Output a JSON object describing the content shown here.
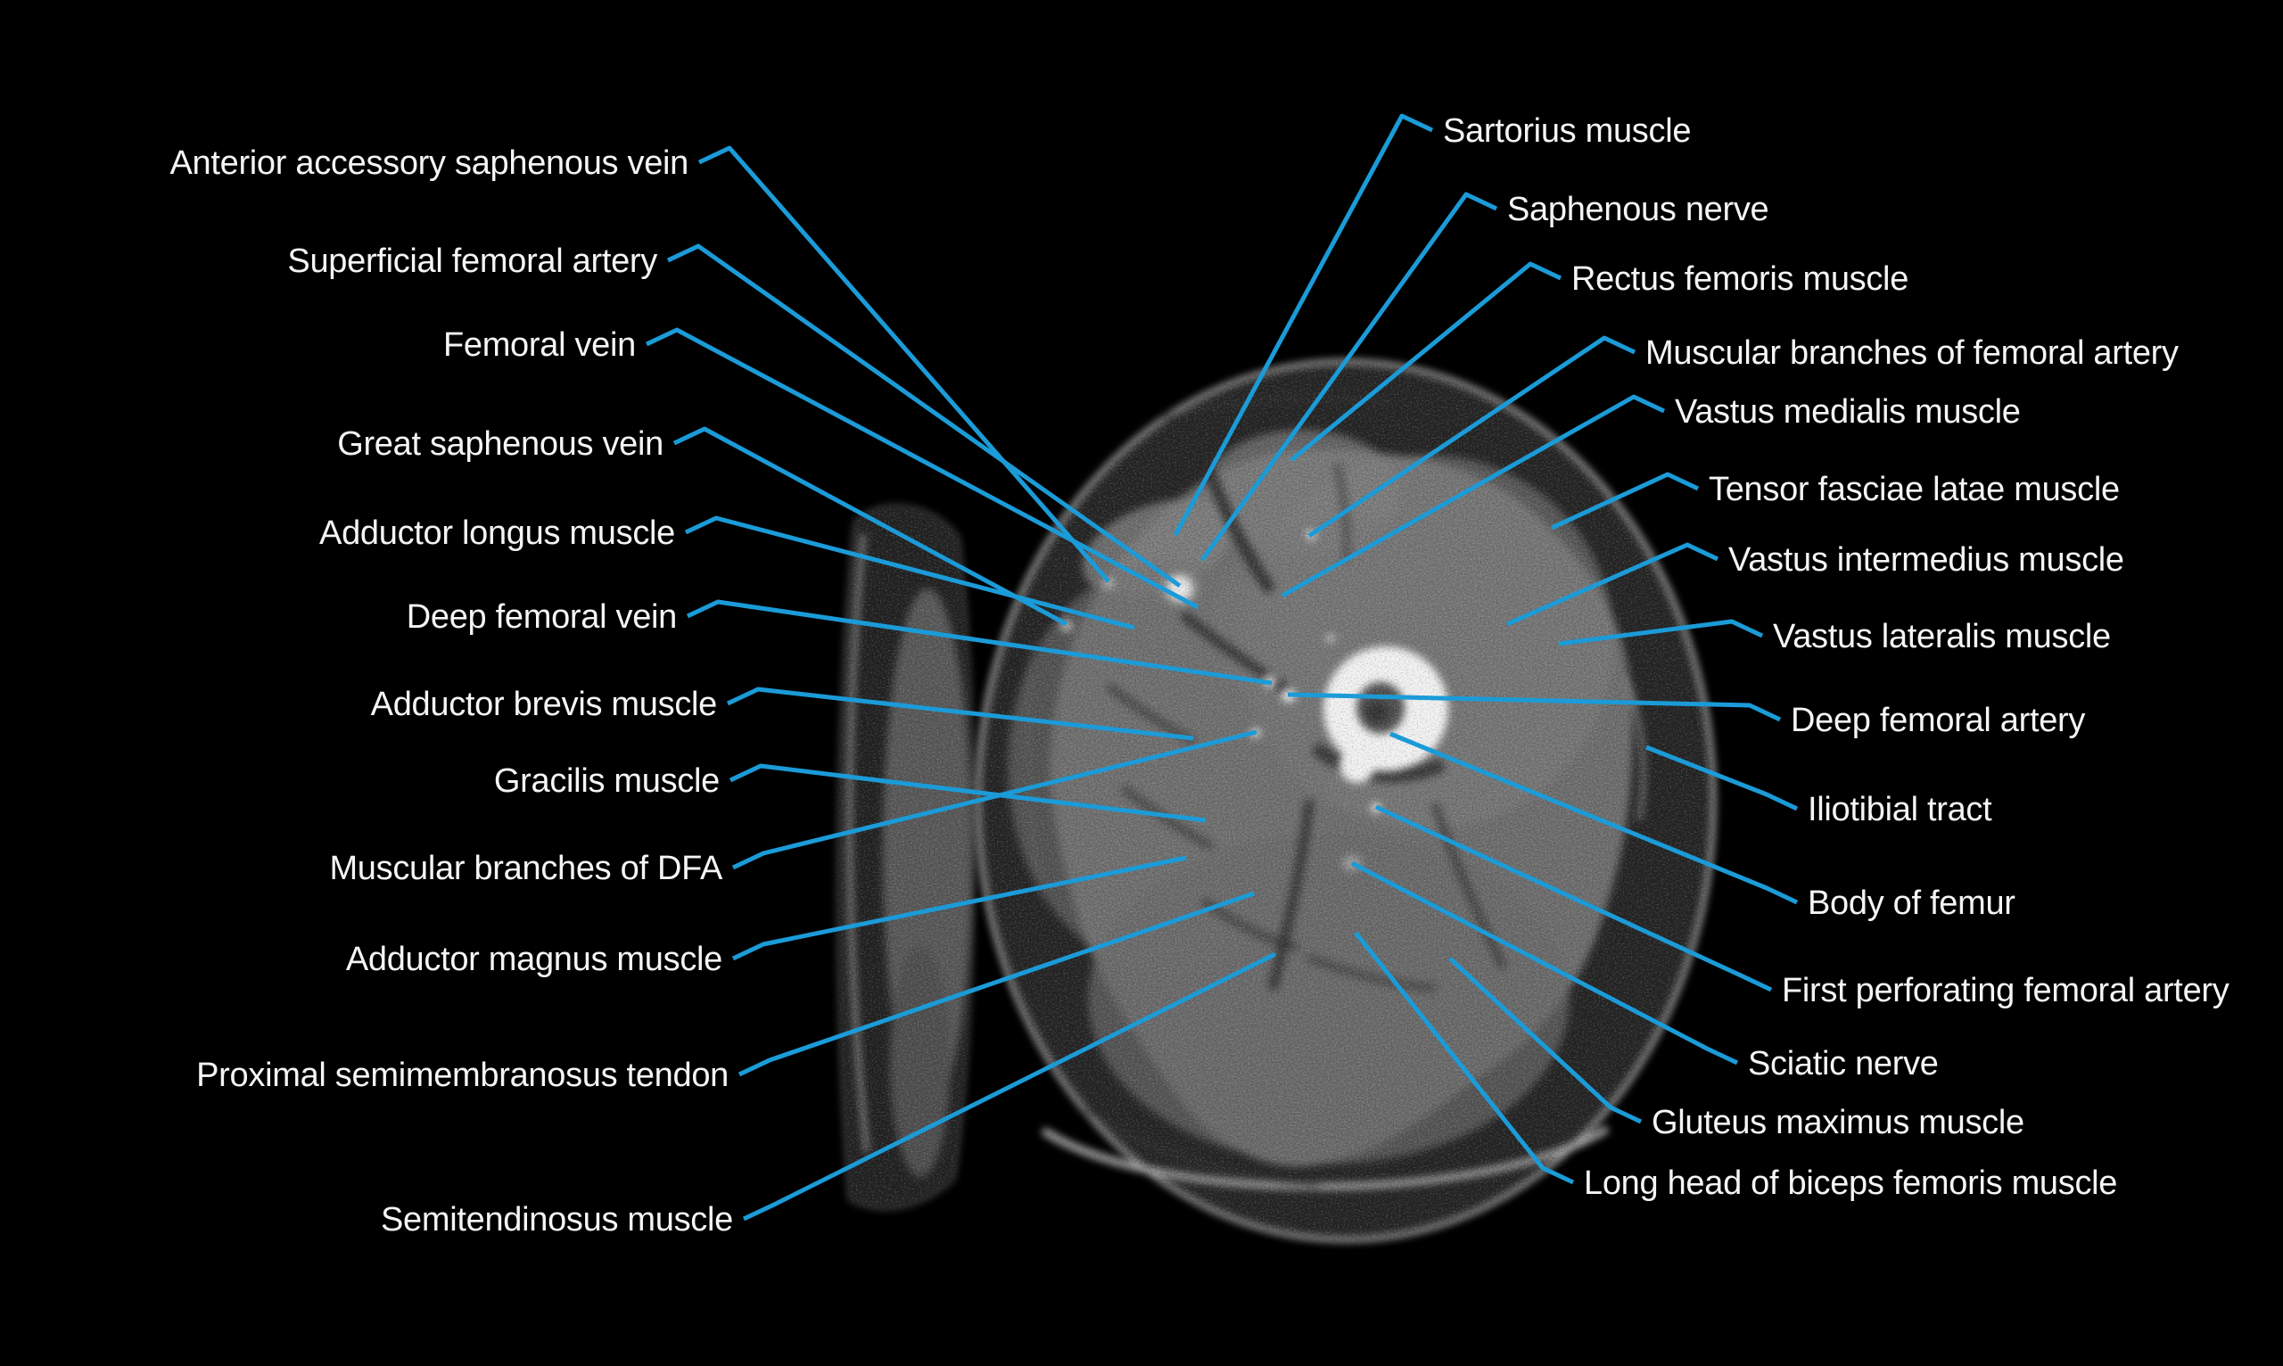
{
  "figure": {
    "type": "annotated axial CT slice of the thigh",
    "background_color": "#000000",
    "leader_line_color": "#1b9bd8",
    "label_text_color": "#f5f5f5"
  },
  "labels_left": [
    "Anterior accessory saphenous vein",
    "Superficial femoral artery",
    "Femoral vein",
    "Great saphenous vein",
    "Adductor longus muscle",
    "Deep femoral vein",
    "Adductor brevis muscle",
    "Gracilis muscle",
    "Muscular branches of DFA",
    "Adductor magnus muscle",
    "Proximal semimembranosus tendon",
    "Semitendinosus muscle"
  ],
  "labels_right": [
    "Sartorius muscle",
    "Saphenous nerve",
    "Rectus femoris muscle",
    "Muscular branches of femoral artery",
    "Vastus medialis muscle",
    "Tensor fasciae latae muscle",
    "Vastus intermedius muscle",
    "Vastus lateralis muscle",
    "Deep femoral artery",
    "Iliotibial tract",
    "Body of femur",
    "First perforating femoral artery",
    "Sciatic nerve",
    "Gluteus maximus muscle",
    "Long head of biceps femoris muscle"
  ]
}
